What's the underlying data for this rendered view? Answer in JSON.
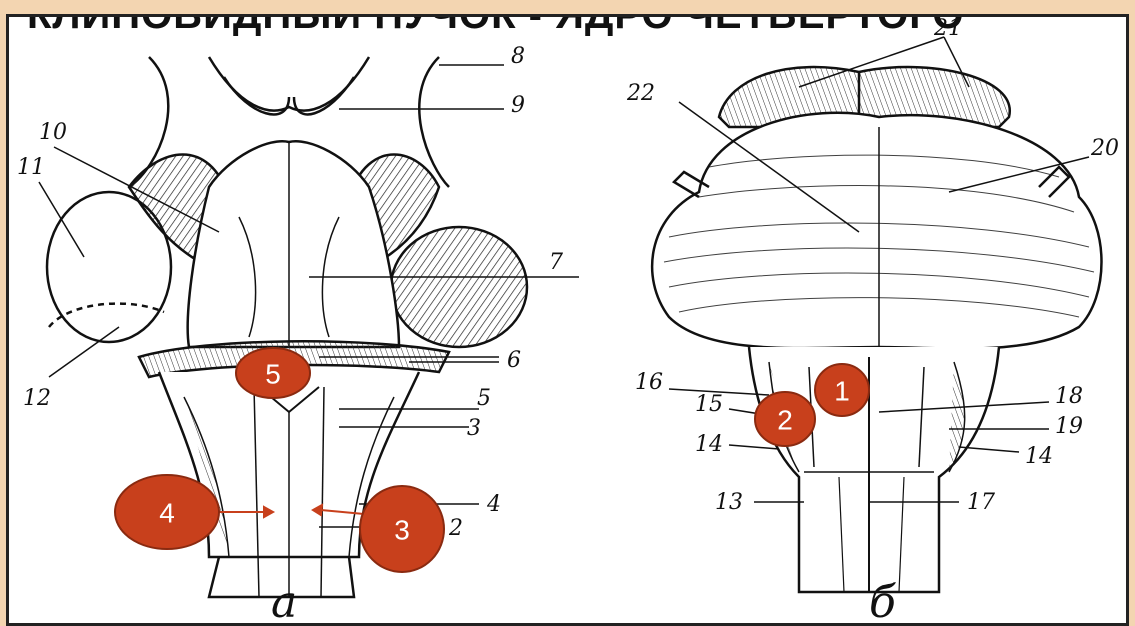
{
  "title": "КЛИНОВИДНЫЙ ПУЧОК - ЯДРО ЧЕТВЕРТОГО",
  "captions": {
    "left": "а",
    "right": "б"
  },
  "colors": {
    "marker_fill": "#c8401c",
    "marker_stroke": "#8a2a10",
    "background": "#f3d5b1"
  },
  "left_view": {
    "labels": [
      "8",
      "9",
      "10",
      "11",
      "7",
      "6",
      "12",
      "5",
      "3",
      "4",
      "2"
    ]
  },
  "right_view": {
    "labels": [
      "21",
      "22",
      "20",
      "16",
      "15",
      "18",
      "19",
      "14",
      "14",
      "13",
      "17"
    ]
  },
  "markers": [
    {
      "id": "5",
      "label": "5"
    },
    {
      "id": "4",
      "label": "4"
    },
    {
      "id": "3",
      "label": "3"
    },
    {
      "id": "1",
      "label": "1"
    },
    {
      "id": "2",
      "label": "2"
    }
  ]
}
